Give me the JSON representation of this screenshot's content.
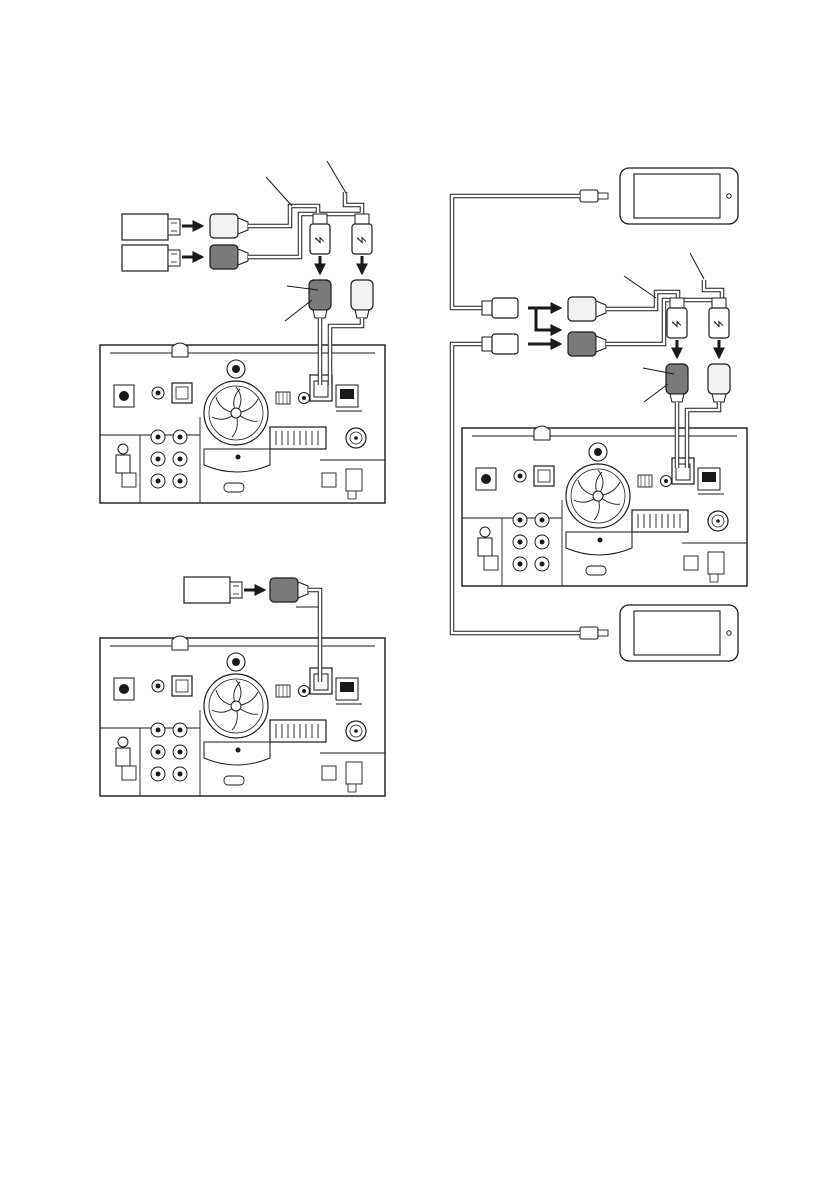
{
  "page": {
    "background": "#ffffff",
    "ink": "#1a1a1a",
    "connector_fill": "#7a7a7a",
    "connector_fill_light": "#f2f2f2"
  },
  "diagrams": [
    {
      "id": "dual-usb-flash-connection",
      "devices": [
        "usb-flash-drive",
        "usb-flash-drive"
      ],
      "head_unit": "rear-panel"
    },
    {
      "id": "single-usb-flash-connection",
      "devices": [
        "usb-flash-drive"
      ],
      "head_unit": "rear-panel"
    },
    {
      "id": "dual-iphone-connection",
      "devices": [
        "iphone",
        "iphone"
      ],
      "head_unit": "rear-panel"
    }
  ],
  "labels": {
    "usb_symbol": "⭍"
  }
}
